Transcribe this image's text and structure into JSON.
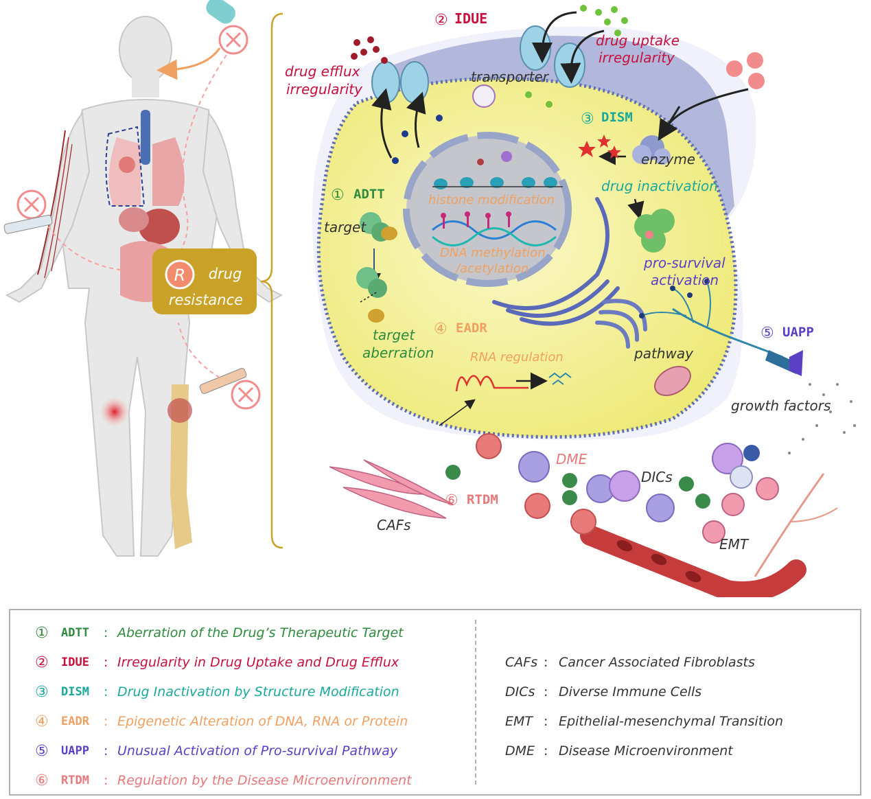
{
  "colors": {
    "adtt": "#2e8b3e",
    "idue": "#c8103c",
    "dism": "#1aa89b",
    "eadr": "#f0a060",
    "uapp": "#5b3fc4",
    "rtdm": "#e8787a",
    "box_gold": "#c9a227",
    "cell_fill": "#f6f39a",
    "membrane": "#6070b0"
  },
  "diagram": {
    "center_badge": {
      "letter": "R",
      "line1": "drug",
      "line2": "resistance"
    },
    "mechanisms": {
      "adtt": {
        "num": "①",
        "code": "ADTT",
        "labels": [
          "target",
          "target",
          "aberration"
        ]
      },
      "idue": {
        "num": "②",
        "code": "IDUE",
        "efflux": [
          "drug efflux",
          "irregularity"
        ],
        "uptake": [
          "drug uptake",
          "irregularity"
        ],
        "transporter": "transporter"
      },
      "dism": {
        "num": "③",
        "code": "DISM",
        "enzyme": "enzyme",
        "inactivation": "drug inactivation",
        "prosurvival": [
          "pro-survival",
          "activation"
        ]
      },
      "eadr": {
        "num": "④",
        "code": "EADR",
        "histone": "histone modification",
        "dna": [
          "DNA methylation",
          "/acetylation"
        ],
        "rna": "RNA regulation"
      },
      "uapp": {
        "num": "⑤",
        "code": "UAPP",
        "pathway": "pathway",
        "growth": "growth factors"
      },
      "rtdm": {
        "num": "⑥",
        "code": "RTDM",
        "cafs": "CAFs",
        "dme": "DME",
        "dics": "DICs",
        "emt": "EMT"
      }
    }
  },
  "legend": {
    "left": [
      {
        "num": "①",
        "abbr": "ADTT",
        "colon": ":",
        "desc": "Aberration of the Drug’s Therapeutic Target",
        "color": "#2e8b3e"
      },
      {
        "num": "②",
        "abbr": "IDUE",
        "colon": ":",
        "desc": "Irregularity in Drug Uptake and Drug Efflux",
        "color": "#c8103c"
      },
      {
        "num": "③",
        "abbr": "DISM",
        "colon": ":",
        "desc": "Drug Inactivation by Structure Modification",
        "color": "#1aa89b"
      },
      {
        "num": "④",
        "abbr": "EADR",
        "colon": ":",
        "desc": "Epigenetic Alteration of DNA, RNA or Protein",
        "color": "#f0a060"
      },
      {
        "num": "⑤",
        "abbr": "UAPP",
        "colon": ":",
        "desc": "Unusual Activation of Pro-survival Pathway",
        "color": "#5b3fc4"
      },
      {
        "num": "⑥",
        "abbr": "RTDM",
        "colon": ":",
        "desc": "Regulation by the Disease Microenvironment",
        "color": "#e8787a"
      }
    ],
    "right": [
      {
        "abbr": "CAFs",
        "colon": ":",
        "desc": "Cancer Associated Fibroblasts"
      },
      {
        "abbr": "DICs",
        "colon": ":",
        "desc": "Diverse Immune Cells"
      },
      {
        "abbr": "EMT",
        "colon": ":",
        "desc": "Epithelial-mesenchymal Transition"
      },
      {
        "abbr": "DME",
        "colon": ":",
        "desc": "Disease Microenvironment"
      }
    ]
  }
}
